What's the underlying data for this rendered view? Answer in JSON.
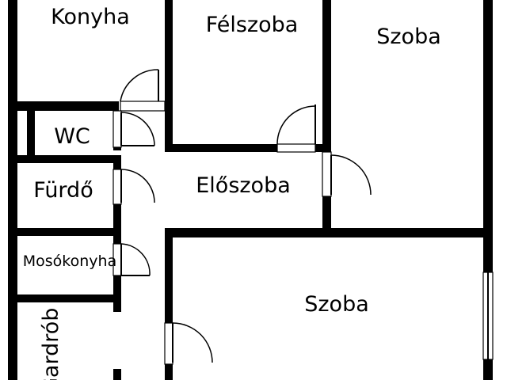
{
  "rooms": {
    "konyha": "Konyha",
    "felszoba": "Félszoba",
    "szoba_top": "Szoba",
    "wc": "WC",
    "furdo": "Fürdő",
    "eloszoba": "Előszoba",
    "mosokonyha": "Mosókonyha",
    "szoba_bottom": "Szoba",
    "gardrob": "Gardrób"
  },
  "colors": {
    "wall": "#000000",
    "background": "#ffffff"
  }
}
